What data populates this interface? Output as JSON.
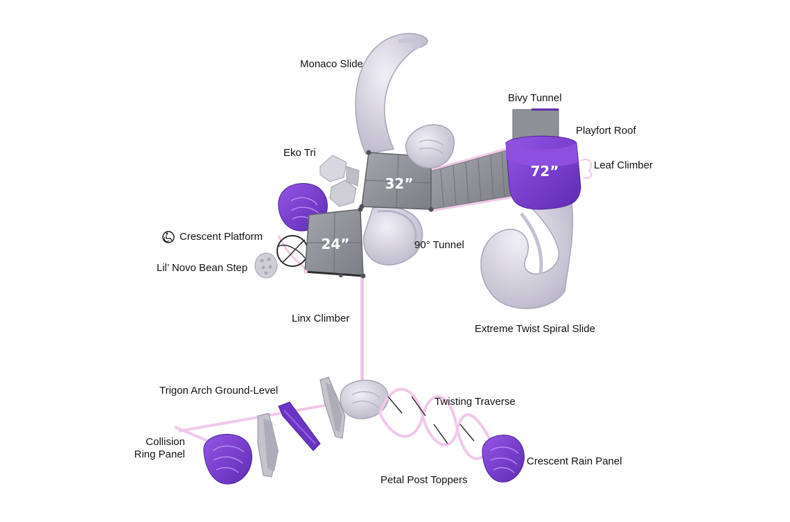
{
  "labels": {
    "monaco_slide": "Monaco Slide",
    "bivy_tunnel": "Bivy Tunnel",
    "playfort_roof": "Playfort Roof",
    "leaf_climber": "Leaf Climber",
    "eko_tri": "Eko Tri",
    "crescent_platform": "Crescent Platform",
    "lil_novo_bean_step": "Lil’ Novo Bean Step",
    "ninety_tunnel": "90° Tunnel",
    "linx_climber": "Linx Climber",
    "extreme_twist_spiral_slide": "Extreme Twist Spiral Slide",
    "trigon_arch": "Trigon Arch Ground-Level",
    "twisting_traverse": "Twisting Traverse",
    "collision_ring_panel_line1": "Collision",
    "collision_ring_panel_line2": "Ring Panel",
    "crescent_rain_panel": "Crescent Rain Panel",
    "petal_post_toppers": "Petal Post Toppers"
  },
  "deck_heights": {
    "deck_32": "32”",
    "deck_24": "24”",
    "deck_72": "72”"
  },
  "icons": {
    "accessible": "wheelchair-icon"
  },
  "colors": {
    "purple": "#7a3fd0",
    "purple_dark": "#5a2aa8",
    "lavender": "#d9d6e4",
    "pink_rail": "#f2c8ea",
    "deck_gray": "#8d8f96",
    "deck_dark": "#6b6d74"
  }
}
